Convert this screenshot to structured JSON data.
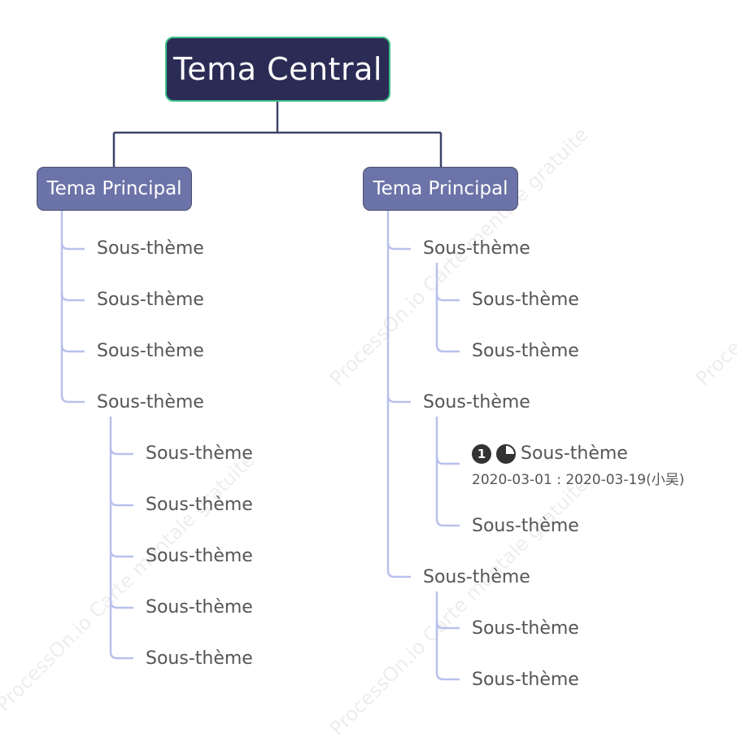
{
  "colors": {
    "central_bg": "#2b2c55",
    "central_border": "#3fbf8a",
    "main_bg": "#6c73a8",
    "connector_main": "#3d4468",
    "connector_sub": "#b8c1ec"
  },
  "central": {
    "label": "Tema Central"
  },
  "watermark": {
    "text": "ProcessOn.io Carte mentale gratuite"
  },
  "left": {
    "label": "Tema Principal",
    "subs": [
      {
        "label": "Sous-thème"
      },
      {
        "label": "Sous-thème"
      },
      {
        "label": "Sous-thème"
      },
      {
        "label": "Sous-thème",
        "children": [
          {
            "label": "Sous-thème"
          },
          {
            "label": "Sous-thème"
          },
          {
            "label": "Sous-thème"
          },
          {
            "label": "Sous-thème"
          },
          {
            "label": "Sous-thème"
          }
        ]
      }
    ]
  },
  "right": {
    "label": "Tema Principal",
    "subs": [
      {
        "label": "Sous-thème",
        "children": [
          {
            "label": "Sous-thème"
          },
          {
            "label": "Sous-thème"
          }
        ]
      },
      {
        "label": "Sous-thème",
        "children": [
          {
            "label": "Sous-thème",
            "priority": "1",
            "progress_icon": "pie-three-quarter-icon",
            "progress": 0.75,
            "note": "2020-03-01 : 2020-03-19(小吴)"
          },
          {
            "label": "Sous-thème"
          }
        ]
      },
      {
        "label": "Sous-thème",
        "children": [
          {
            "label": "Sous-thème"
          },
          {
            "label": "Sous-thème"
          }
        ]
      }
    ]
  }
}
